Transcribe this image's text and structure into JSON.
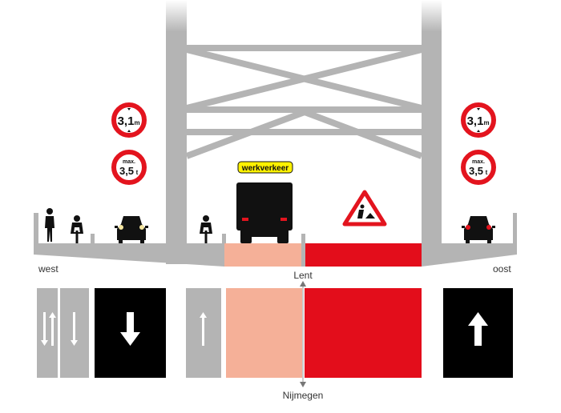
{
  "labels": {
    "west": "west",
    "oost": "oost",
    "north": "Lent",
    "south": "Nijmegen"
  },
  "signs": {
    "height_limit": {
      "value": "3,1",
      "unit": "m"
    },
    "weight_limit": {
      "prefix": "max.",
      "value": "3,5",
      "unit": "t"
    },
    "work_traffic": "werkverkeer",
    "roadworks": "roadworks-warning-icon"
  },
  "colors": {
    "structure": "#b4b4b4",
    "closed_lane": "#e30d1b",
    "work_lane": "#f5b098",
    "car_lane": "#000000",
    "sign_red": "#e3141e",
    "sign_yellow": "#fff200"
  }
}
